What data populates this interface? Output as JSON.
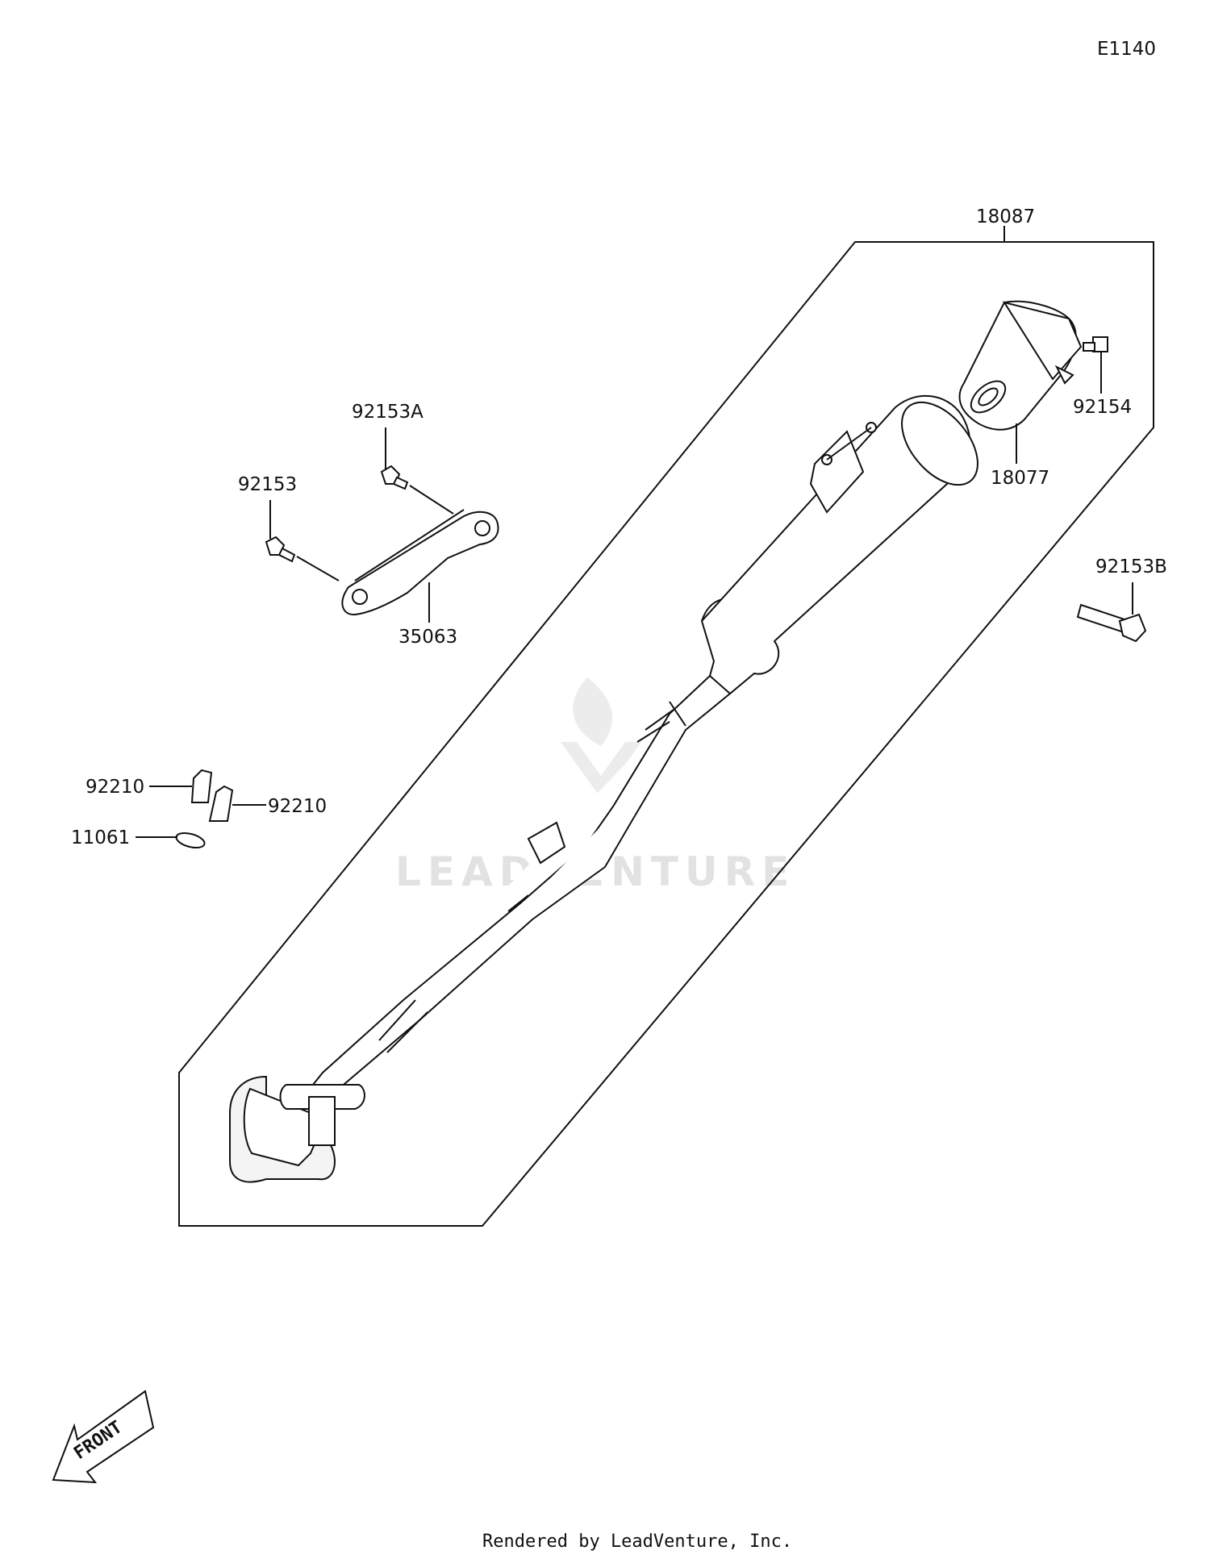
{
  "diagram_code": "E1140",
  "parts": {
    "p18087": "18087",
    "p18077": "18077",
    "p92154": "92154",
    "p92153A": "92153A",
    "p92153": "92153",
    "p35063": "35063",
    "p92153B": "92153B",
    "p92210a": "92210",
    "p92210b": "92210",
    "p11061": "11061"
  },
  "watermark": "LEADVENTURE",
  "front_arrow": "FRONT",
  "footer": "Rendered by LeadVenture, Inc."
}
